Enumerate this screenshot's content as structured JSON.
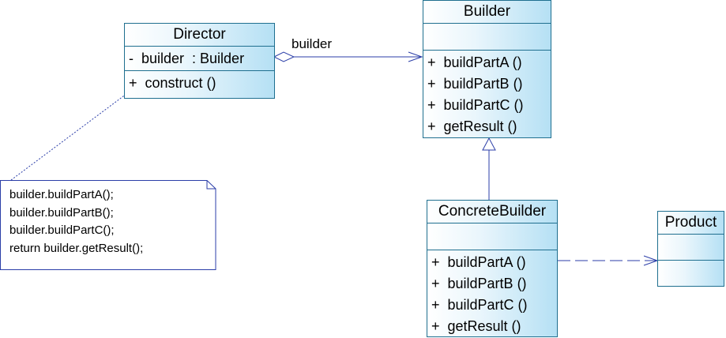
{
  "classes": {
    "director": {
      "name": "Director",
      "attributes": [
        "-  builder  : Builder"
      ],
      "operations": [
        "+  construct ()"
      ]
    },
    "builder": {
      "name": "Builder",
      "operations": [
        "+  buildPartA ()",
        "+  buildPartB ()",
        "+  buildPartC ()",
        "+  getResult ()"
      ]
    },
    "concrete_builder": {
      "name": "ConcreteBuilder",
      "operations": [
        "+  buildPartA ()",
        "+  buildPartB ()",
        "+  buildPartC ()",
        "+  getResult ()"
      ]
    },
    "product": {
      "name": "Product"
    }
  },
  "note": {
    "lines": [
      "builder.buildPartA();",
      "builder.buildPartB();",
      "builder.buildPartC();",
      "return builder.getResult();"
    ]
  },
  "relations": {
    "aggregation_label": "builder"
  },
  "colors": {
    "class_border": "#1f6f8f",
    "class_fill": "#b5e0f4",
    "connector": "#2b3ea8"
  }
}
